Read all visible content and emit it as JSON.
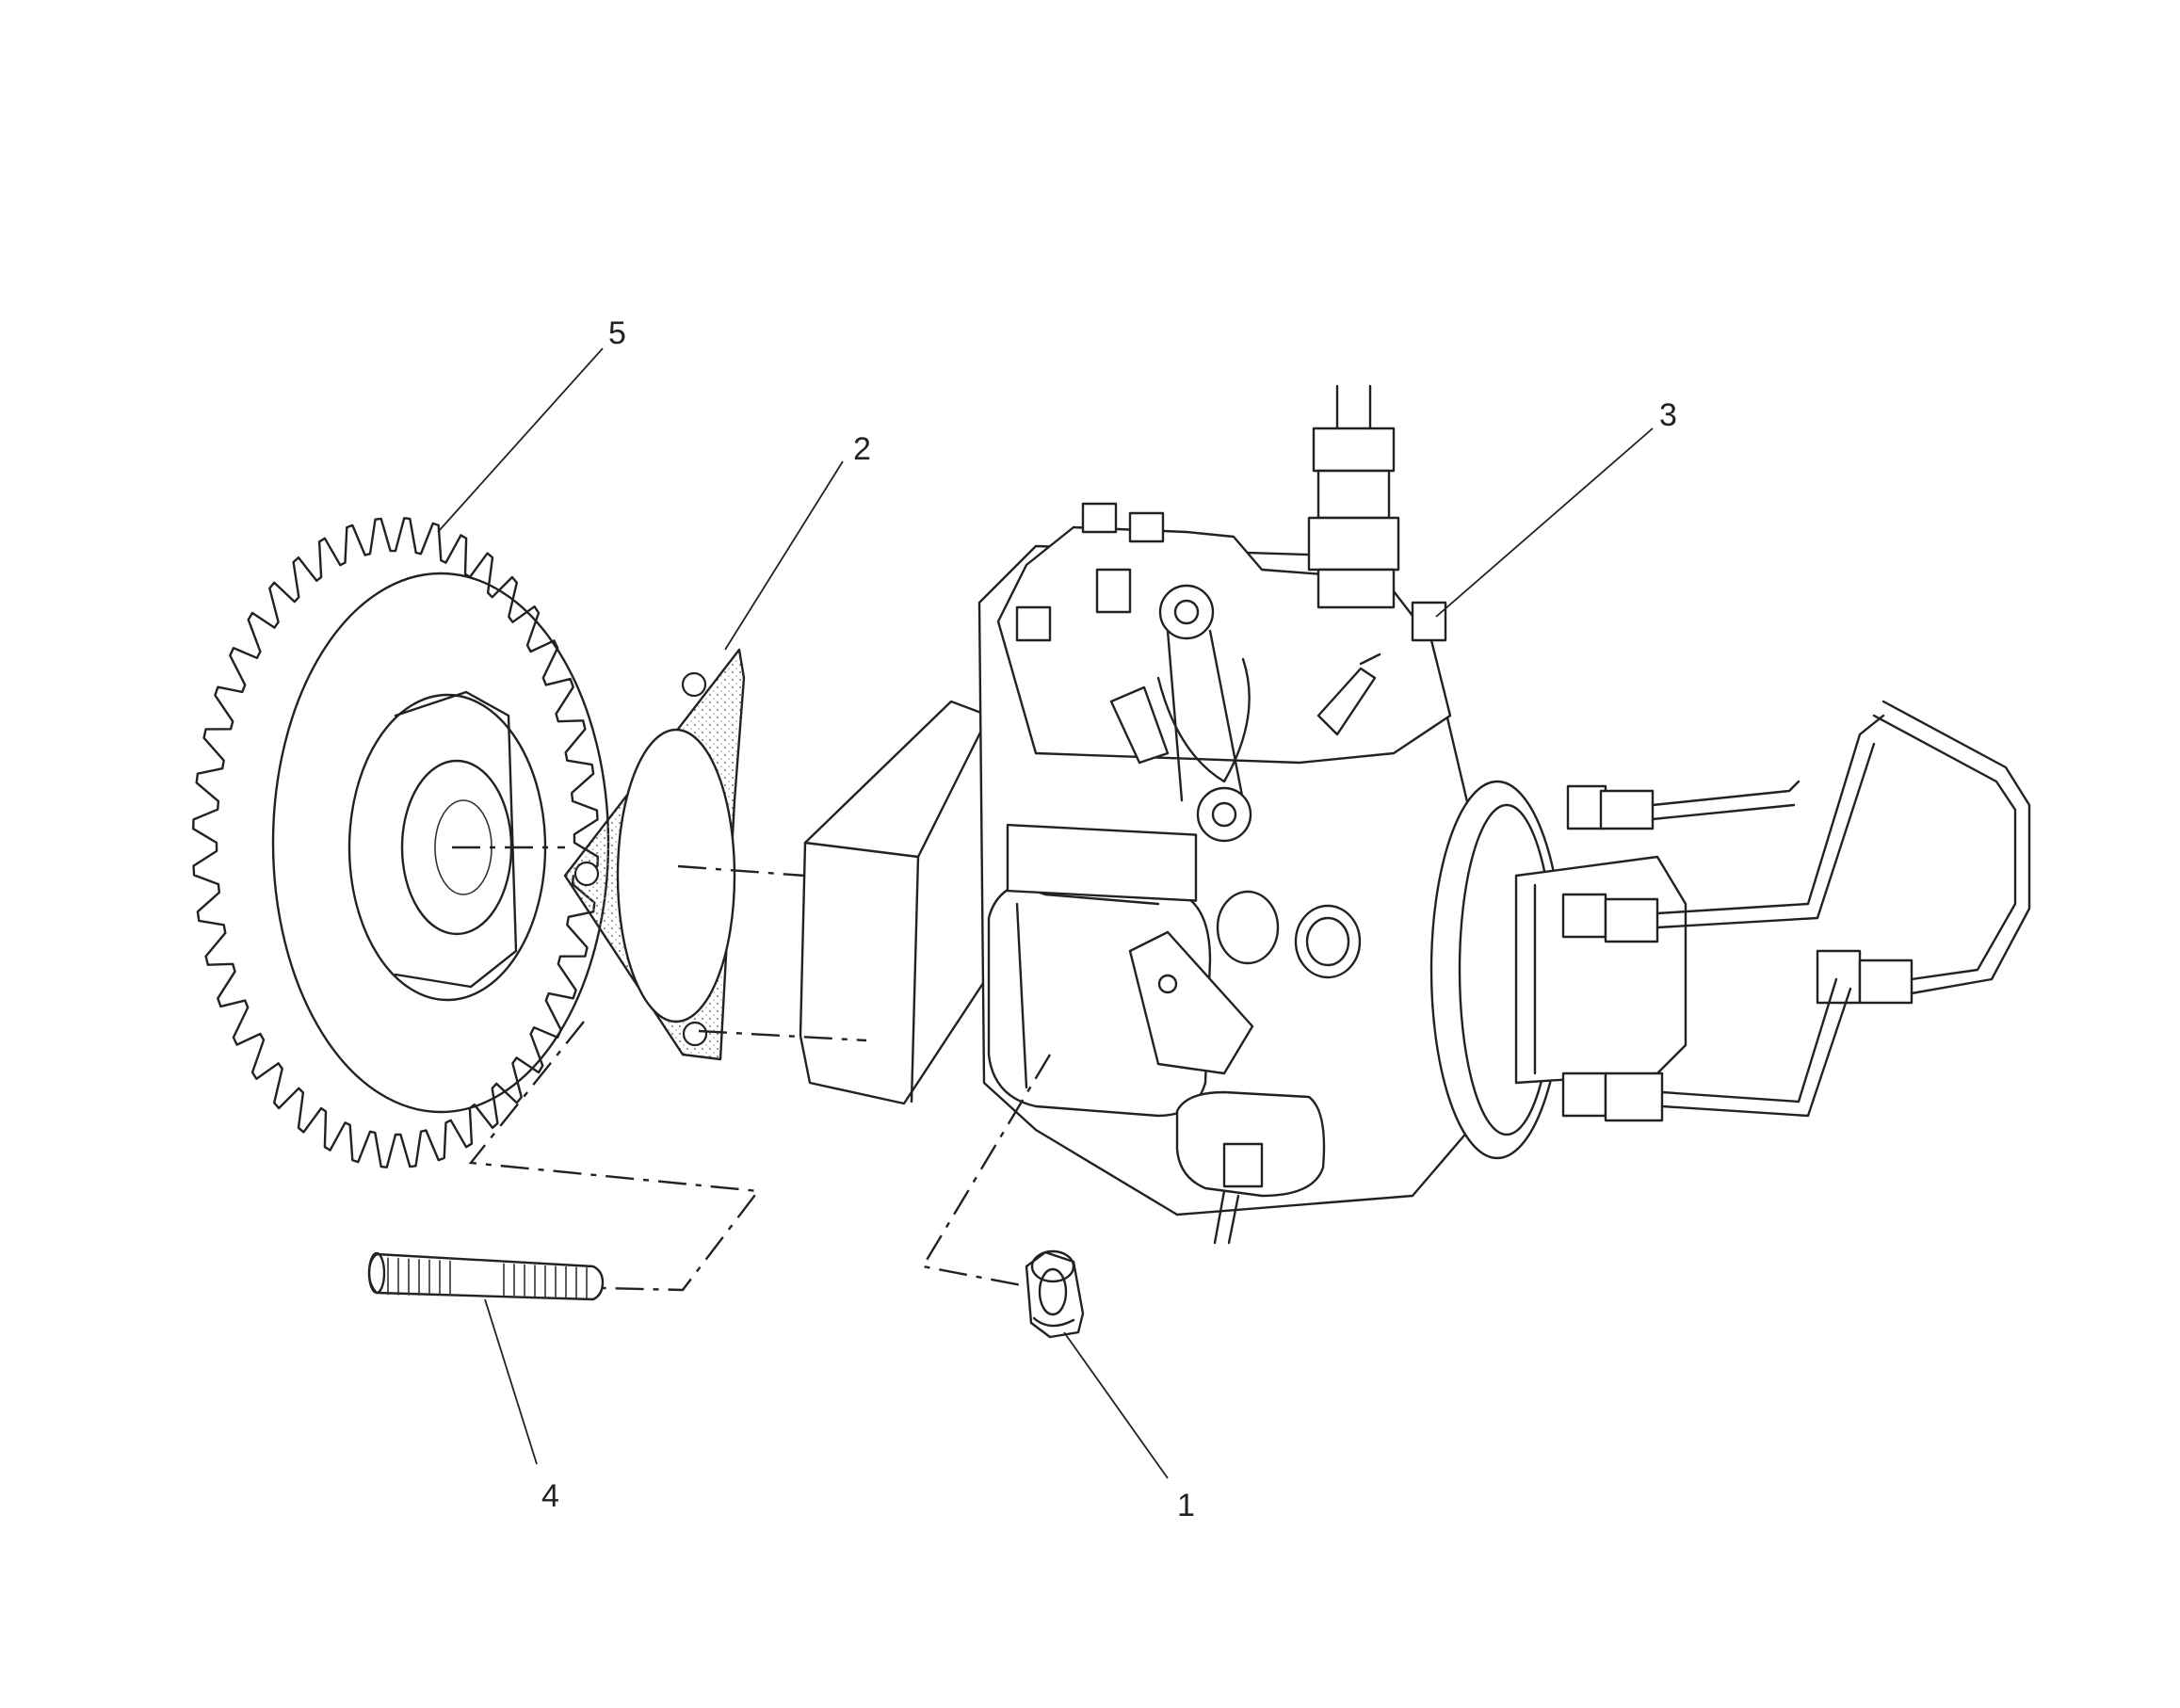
{
  "diagram": {
    "type": "exploded-parts-diagram",
    "callouts": [
      {
        "id": "1",
        "label": "1",
        "part_icon": "flange-nut-icon"
      },
      {
        "id": "2",
        "label": "2",
        "part_icon": "gasket-icon"
      },
      {
        "id": "3",
        "label": "3",
        "part_icon": "injection-pump-icon"
      },
      {
        "id": "4",
        "label": "4",
        "part_icon": "stud-icon"
      },
      {
        "id": "5",
        "label": "5",
        "part_icon": "gear-icon"
      }
    ]
  }
}
